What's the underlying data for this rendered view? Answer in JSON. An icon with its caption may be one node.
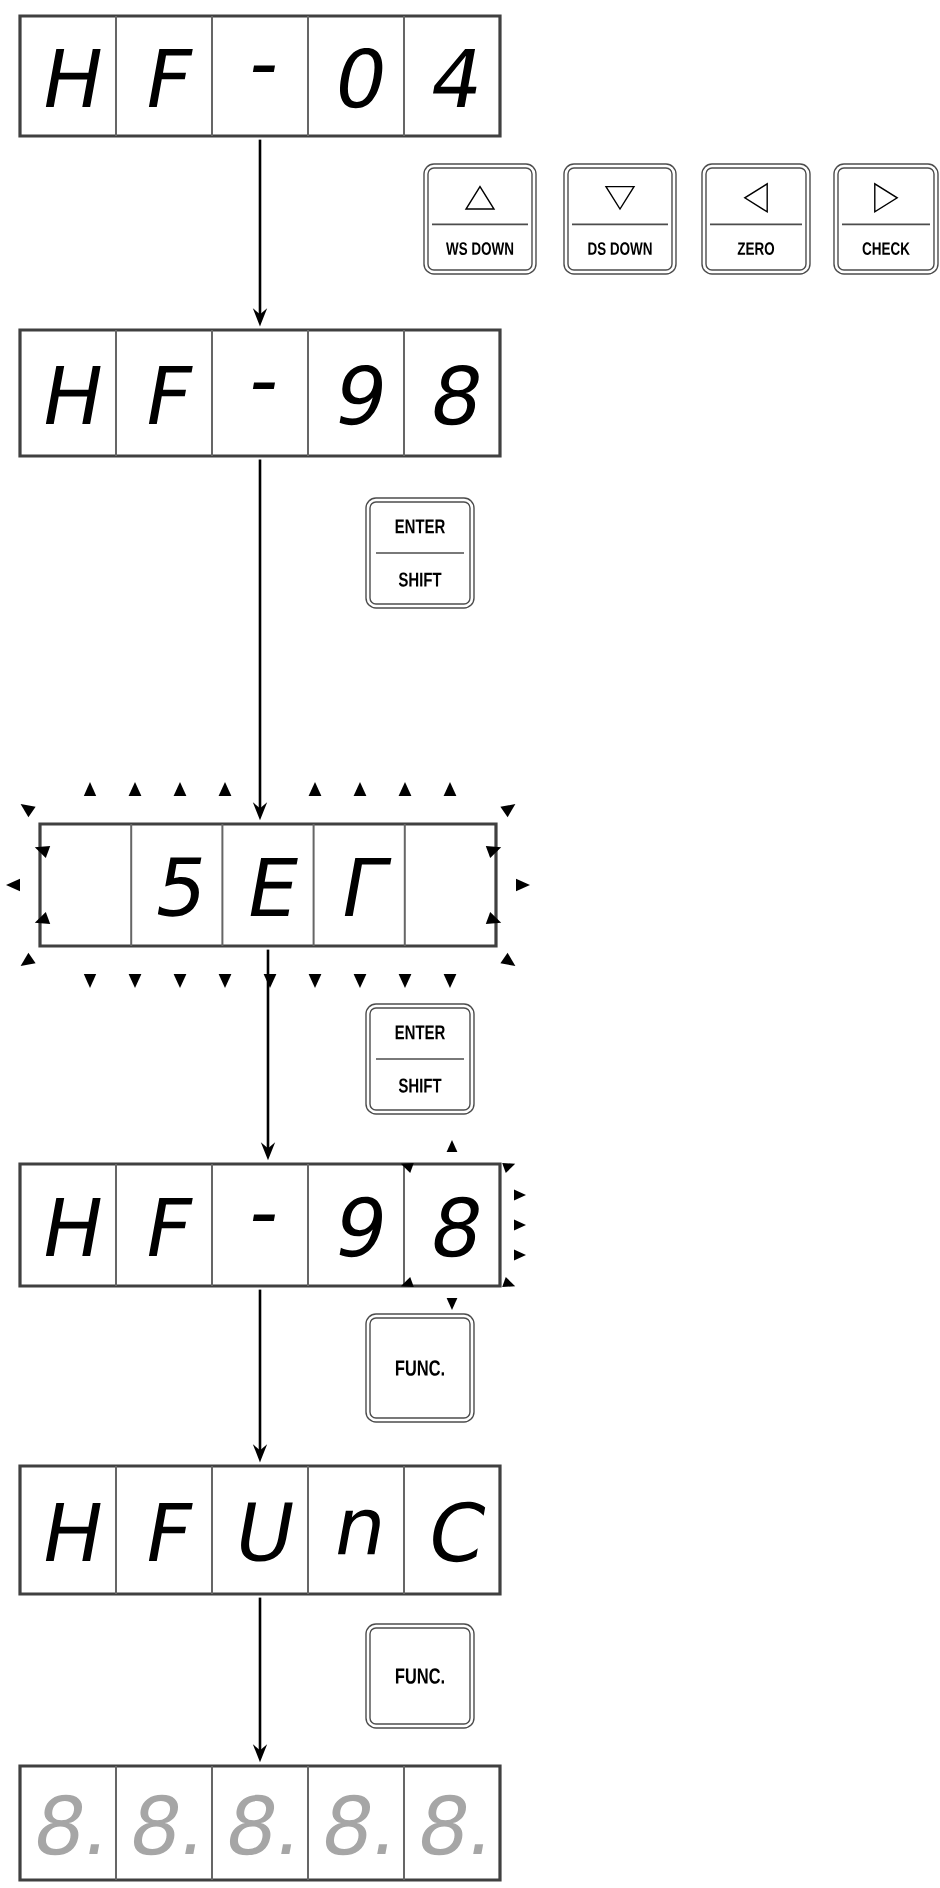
{
  "diagram": {
    "nodes": [
      {
        "text": [
          "H",
          "F",
          "-",
          "0",
          "4"
        ]
      },
      {
        "text": [
          "WS DOWN"
        ]
      },
      {
        "text": [
          "DS DOWN"
        ]
      },
      {
        "text": [
          "ZERO"
        ]
      },
      {
        "text": [
          "CHECK"
        ]
      },
      {
        "text": [
          "H",
          "F",
          "-",
          "9",
          "8"
        ]
      },
      {
        "text": [
          "ENTER",
          "SHIFT"
        ]
      },
      {
        "text": [
          "5",
          "E",
          "Γ"
        ]
      },
      {
        "text": [
          "ENTER",
          "SHIFT"
        ]
      },
      {
        "text": [
          "H",
          "F",
          "-",
          "9",
          "8"
        ]
      },
      {
        "text": [
          "FUNC."
        ]
      },
      {
        "text": [
          "H",
          "F",
          "U",
          "n",
          "C"
        ]
      },
      {
        "text": [
          "FUNC."
        ]
      },
      {
        "text": [
          "8.",
          "8.",
          "8.",
          "8.",
          "8."
        ]
      }
    ],
    "edges": [
      {
        "from": 0,
        "to": 5,
        "arrow": "to"
      },
      {
        "from": 5,
        "to": 7,
        "arrow": "to"
      },
      {
        "from": 7,
        "to": 9,
        "arrow": "to"
      },
      {
        "from": 9,
        "to": 11,
        "arrow": "to"
      },
      {
        "from": 11,
        "to": 13,
        "arrow": "to"
      }
    ]
  }
}
